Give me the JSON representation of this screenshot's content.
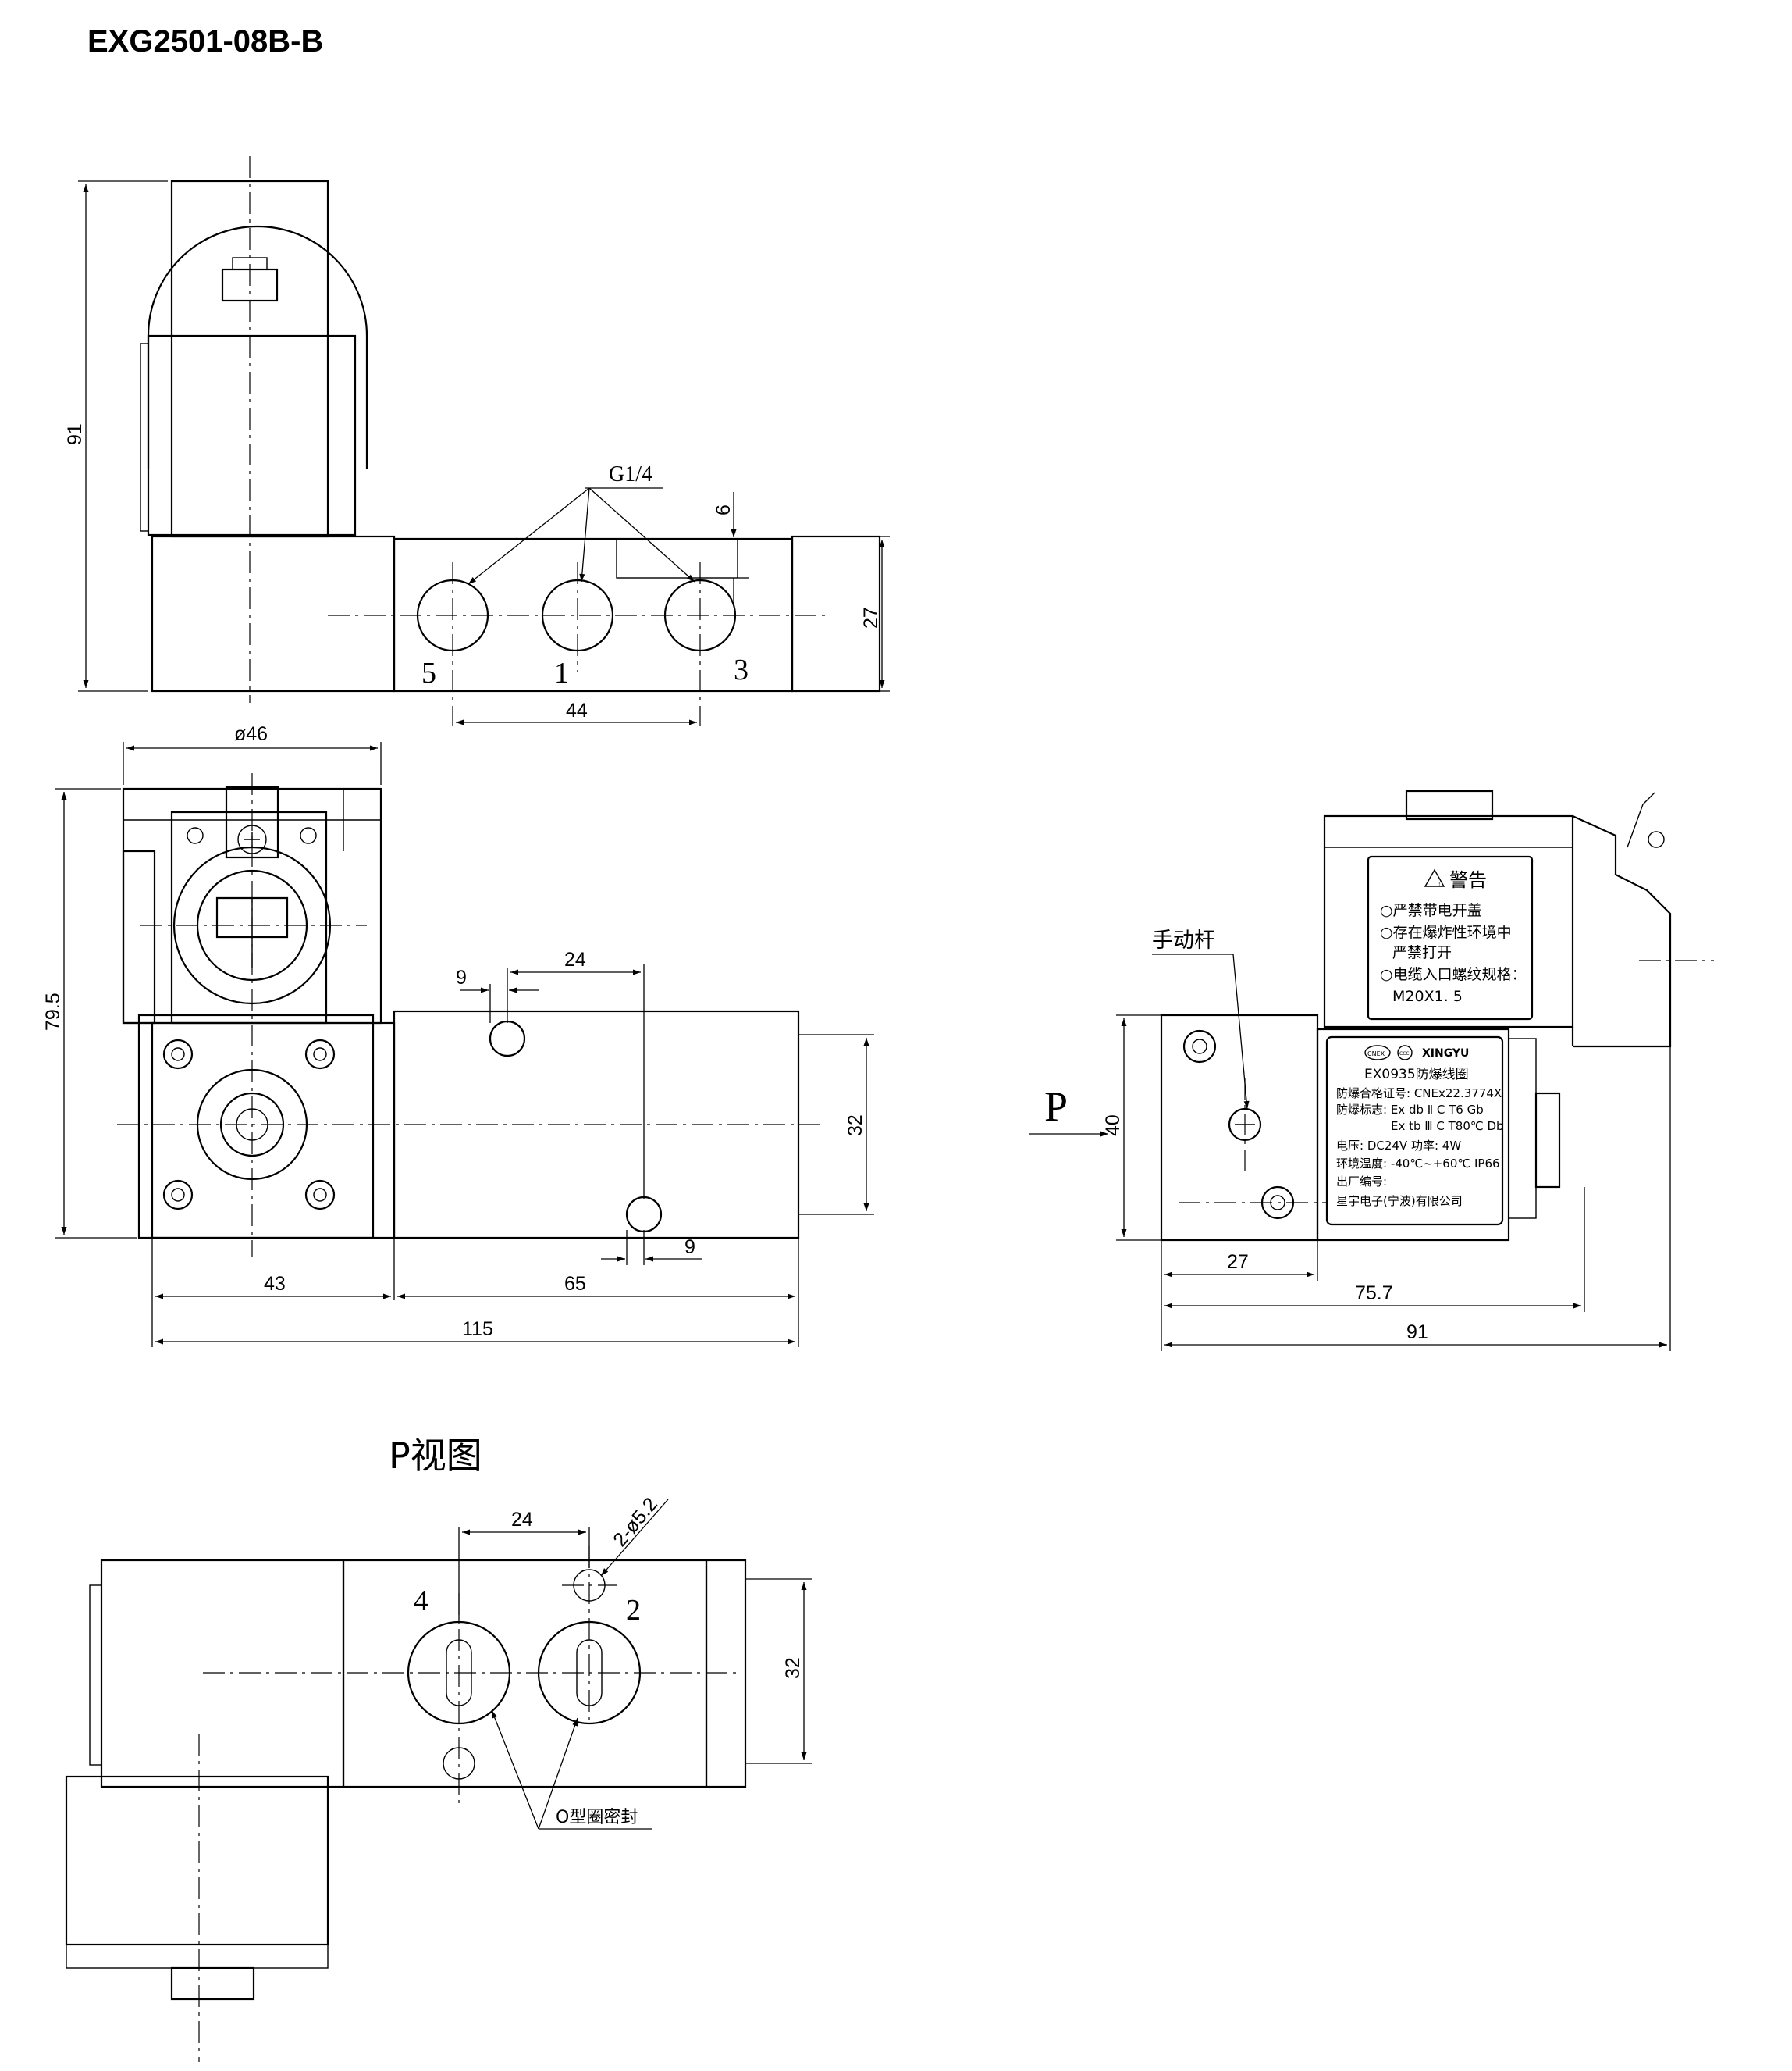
{
  "title": "EXG2501-08B-B",
  "top_view": {
    "thread_label": "G1/4",
    "port_numbers": [
      "5",
      "1",
      "3"
    ],
    "dims": {
      "height_total": "91",
      "offset": "6",
      "body_height": "27",
      "port_pitch": "44"
    }
  },
  "front_view": {
    "dims": {
      "diameter": "ø46",
      "height_total": "79.5",
      "hole_offset_top": "9",
      "hole_offset_bottom": "9",
      "hole_pitch": "24",
      "body_height": "32",
      "left_length": "43",
      "right_length": "65",
      "total_length": "115"
    }
  },
  "side_view": {
    "manual_lever_label": "手动杆",
    "view_letter": "P",
    "dims": {
      "height": "40",
      "d27": "27",
      "d75": "75.7",
      "d91": "91"
    },
    "warning_plate": {
      "heading": "警告",
      "lines": [
        "○严禁带电开盖",
        "○存在爆炸性环境中",
        "严禁打开",
        "○电缆入口螺纹规格：",
        "M20X1. 5"
      ]
    },
    "nameplate": {
      "logo_cnex": "CNEX",
      "logo_ccc": "CCC",
      "brand": "XINGYU",
      "model": "EX0935防爆线圈",
      "lines": [
        "防爆合格证号: CNEx22.3774X",
        "防爆标志: Ex db Ⅱ C T6 Gb",
        "Ex tb Ⅲ C T80℃ Db",
        "电压: DC24V    功率: 4W",
        "环境温度: -40℃~+60℃   IP66",
        "出厂编号:",
        "星宇电子(宁波)有限公司"
      ]
    }
  },
  "p_view": {
    "title": "P视图",
    "port_numbers": [
      "4",
      "2"
    ],
    "seal_label": "O型圈密封",
    "dims": {
      "hole_pitch": "24",
      "hole_spec": "2-ø5.2",
      "body_height": "32"
    }
  }
}
